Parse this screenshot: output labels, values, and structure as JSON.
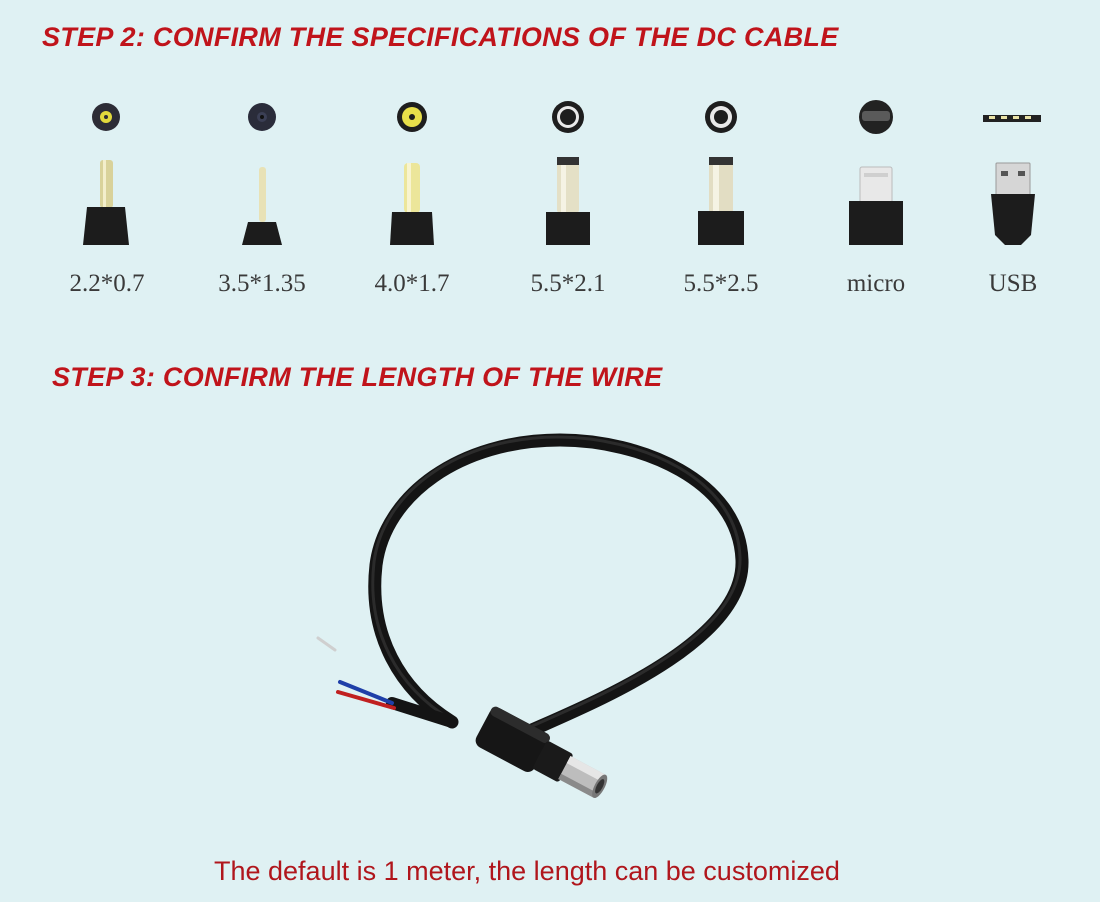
{
  "step2": {
    "title": "STEP 2: CONFIRM THE SPECIFICATIONS OF THE DC CABLE"
  },
  "connectors": [
    {
      "label": "2.2*0.7",
      "icon": "dc-plug-2.2x0.7-icon"
    },
    {
      "label": "3.5*1.35",
      "icon": "dc-plug-3.5x1.35-icon"
    },
    {
      "label": "4.0*1.7",
      "icon": "dc-plug-4.0x1.7-icon"
    },
    {
      "label": "5.5*2.1",
      "icon": "dc-plug-5.5x2.1-icon"
    },
    {
      "label": "5.5*2.5",
      "icon": "dc-plug-5.5x2.5-icon"
    },
    {
      "label": "micro",
      "icon": "micro-usb-plug-icon"
    },
    {
      "label": "USB",
      "icon": "usb-plug-icon"
    }
  ],
  "step3": {
    "title": "STEP 3: CONFIRM THE LENGTH OF THE WIRE",
    "note": "The default is 1 meter, the length can be customized"
  },
  "colors": {
    "background": "#dff1f3",
    "heading": "#c0141b",
    "note": "#b0161c",
    "plug_yellow": "#e8df4a"
  }
}
